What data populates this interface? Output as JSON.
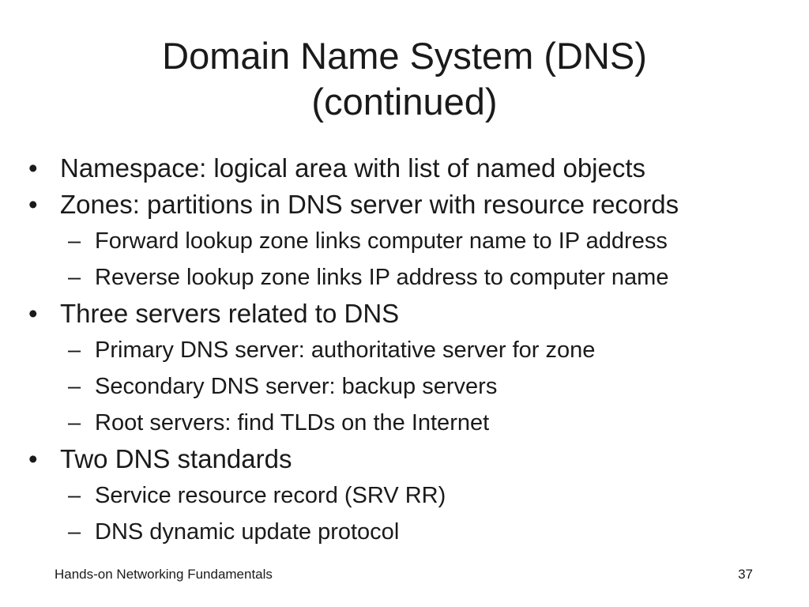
{
  "slide": {
    "title_line1": "Domain Name System (DNS)",
    "title_line2": "(continued)",
    "items": [
      {
        "level": 1,
        "marker": "•",
        "text": "Namespace: logical area with list of named objects"
      },
      {
        "level": 1,
        "marker": "•",
        "text": "Zones: partitions in DNS server with resource records"
      },
      {
        "level": 2,
        "marker": "–",
        "text": "Forward lookup zone links computer name to IP address"
      },
      {
        "level": 2,
        "marker": "–",
        "text": "Reverse lookup zone links IP address to computer name"
      },
      {
        "level": 1,
        "marker": "•",
        "text": "Three servers related to DNS"
      },
      {
        "level": 2,
        "marker": "–",
        "text": "Primary DNS server: authoritative server for zone"
      },
      {
        "level": 2,
        "marker": "–",
        "text": "Secondary DNS server: backup servers"
      },
      {
        "level": 2,
        "marker": "–",
        "text": "Root servers: find TLDs on the Internet"
      },
      {
        "level": 1,
        "marker": "•",
        "text": "Two DNS standards"
      },
      {
        "level": 2,
        "marker": "–",
        "text": "Service resource record (SRV RR)"
      },
      {
        "level": 2,
        "marker": "–",
        "text": "DNS dynamic update protocol"
      }
    ],
    "footer_left": "Hands-on Networking Fundamentals",
    "footer_right": "37"
  }
}
